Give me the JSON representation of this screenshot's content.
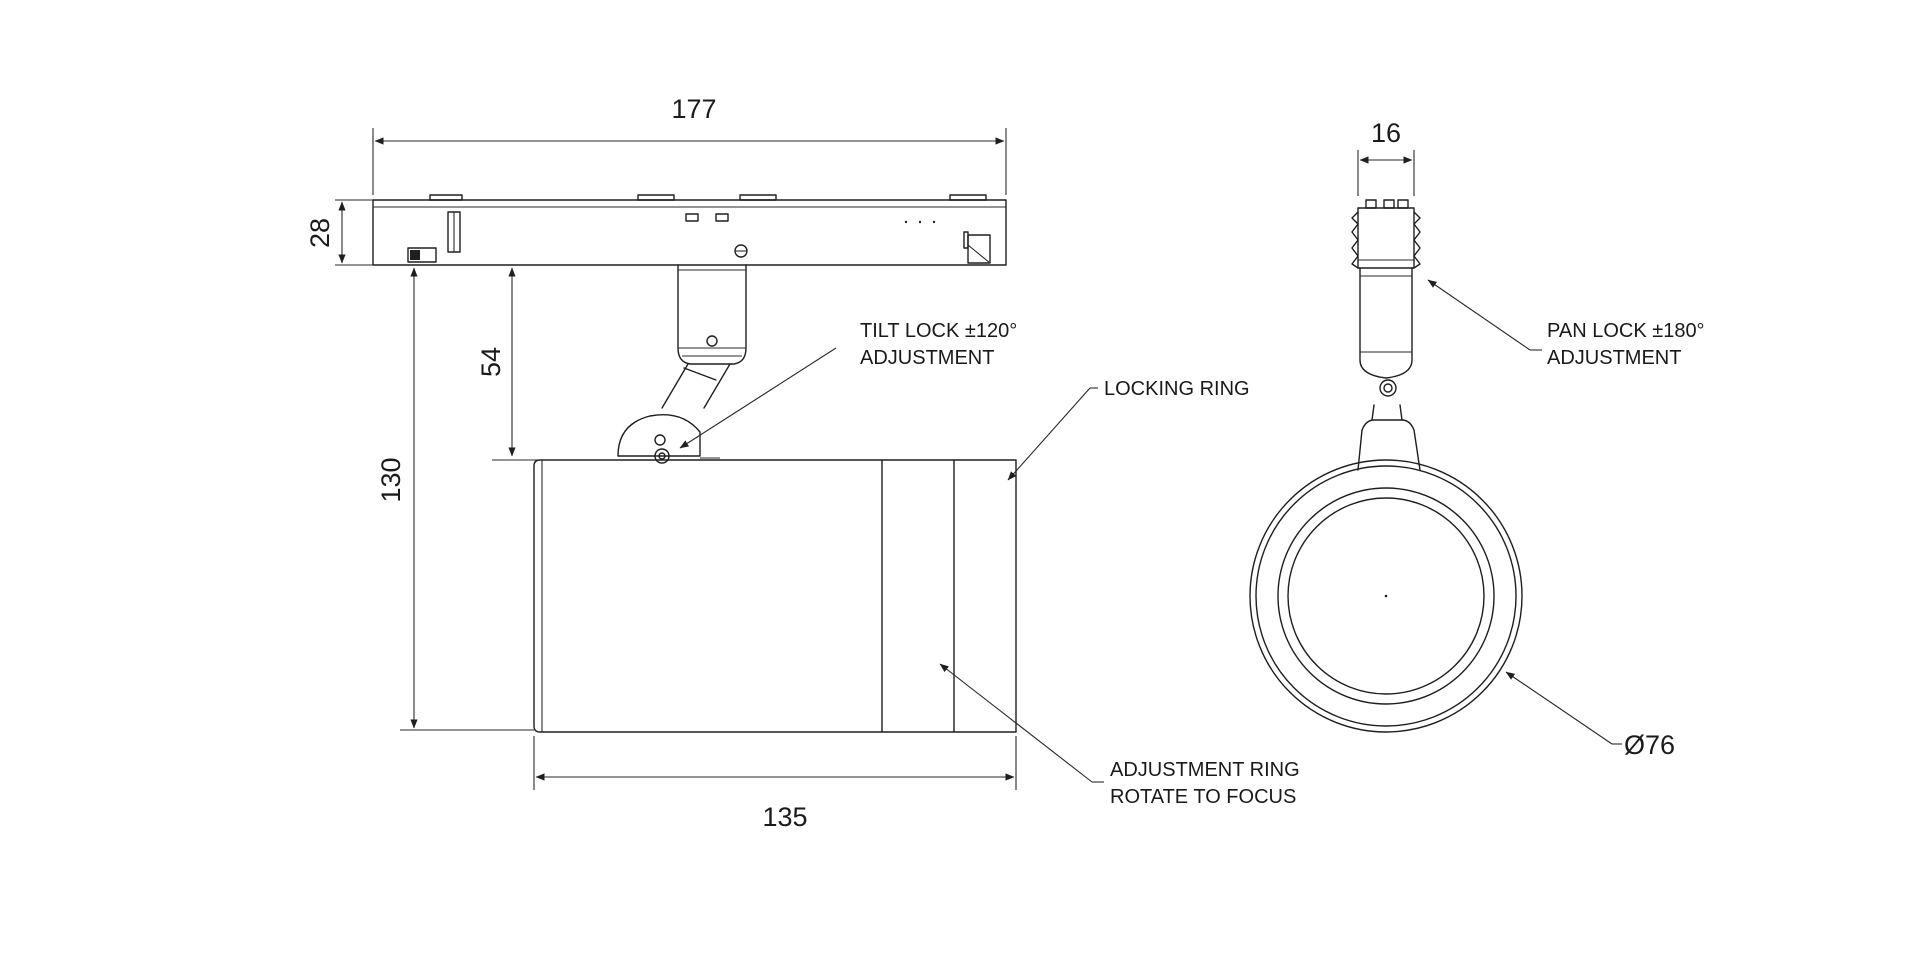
{
  "dimensions": {
    "track_length": "177",
    "track_height": "28",
    "stem_height": "54",
    "overall_height": "130",
    "body_length": "135",
    "track_width": "16",
    "diameter": "Ø76"
  },
  "callouts": {
    "tilt_lock": {
      "line1": "TILT LOCK ±120°",
      "line2": "ADJUSTMENT"
    },
    "locking_ring": {
      "line1": "LOCKING RING"
    },
    "adjustment_ring": {
      "line1": "ADJUSTMENT RING",
      "line2": "ROTATE TO FOCUS"
    },
    "pan_lock": {
      "line1": "PAN LOCK ±180°",
      "line2": "ADJUSTMENT"
    }
  },
  "colors": {
    "line": "#1f1f1f",
    "background": "#ffffff"
  }
}
